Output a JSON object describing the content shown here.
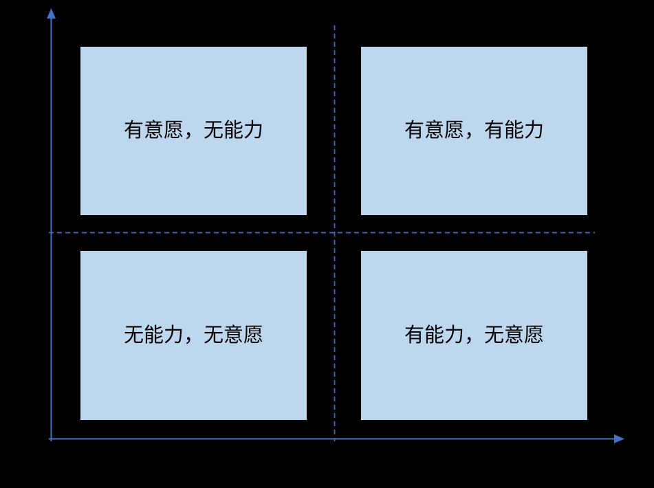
{
  "diagram": {
    "quadrants": {
      "top_left": {
        "label": "有意愿，无能力"
      },
      "top_right": {
        "label": "有意愿，有能力"
      },
      "bottom_left": {
        "label": "无能力，无意愿"
      },
      "bottom_right": {
        "label": "有能力，无意愿"
      }
    }
  },
  "colors": {
    "background": "#000000",
    "axis_blue": "#4472C4",
    "quadrant_fill": "#BDD7EE",
    "label_text": "#000000"
  }
}
